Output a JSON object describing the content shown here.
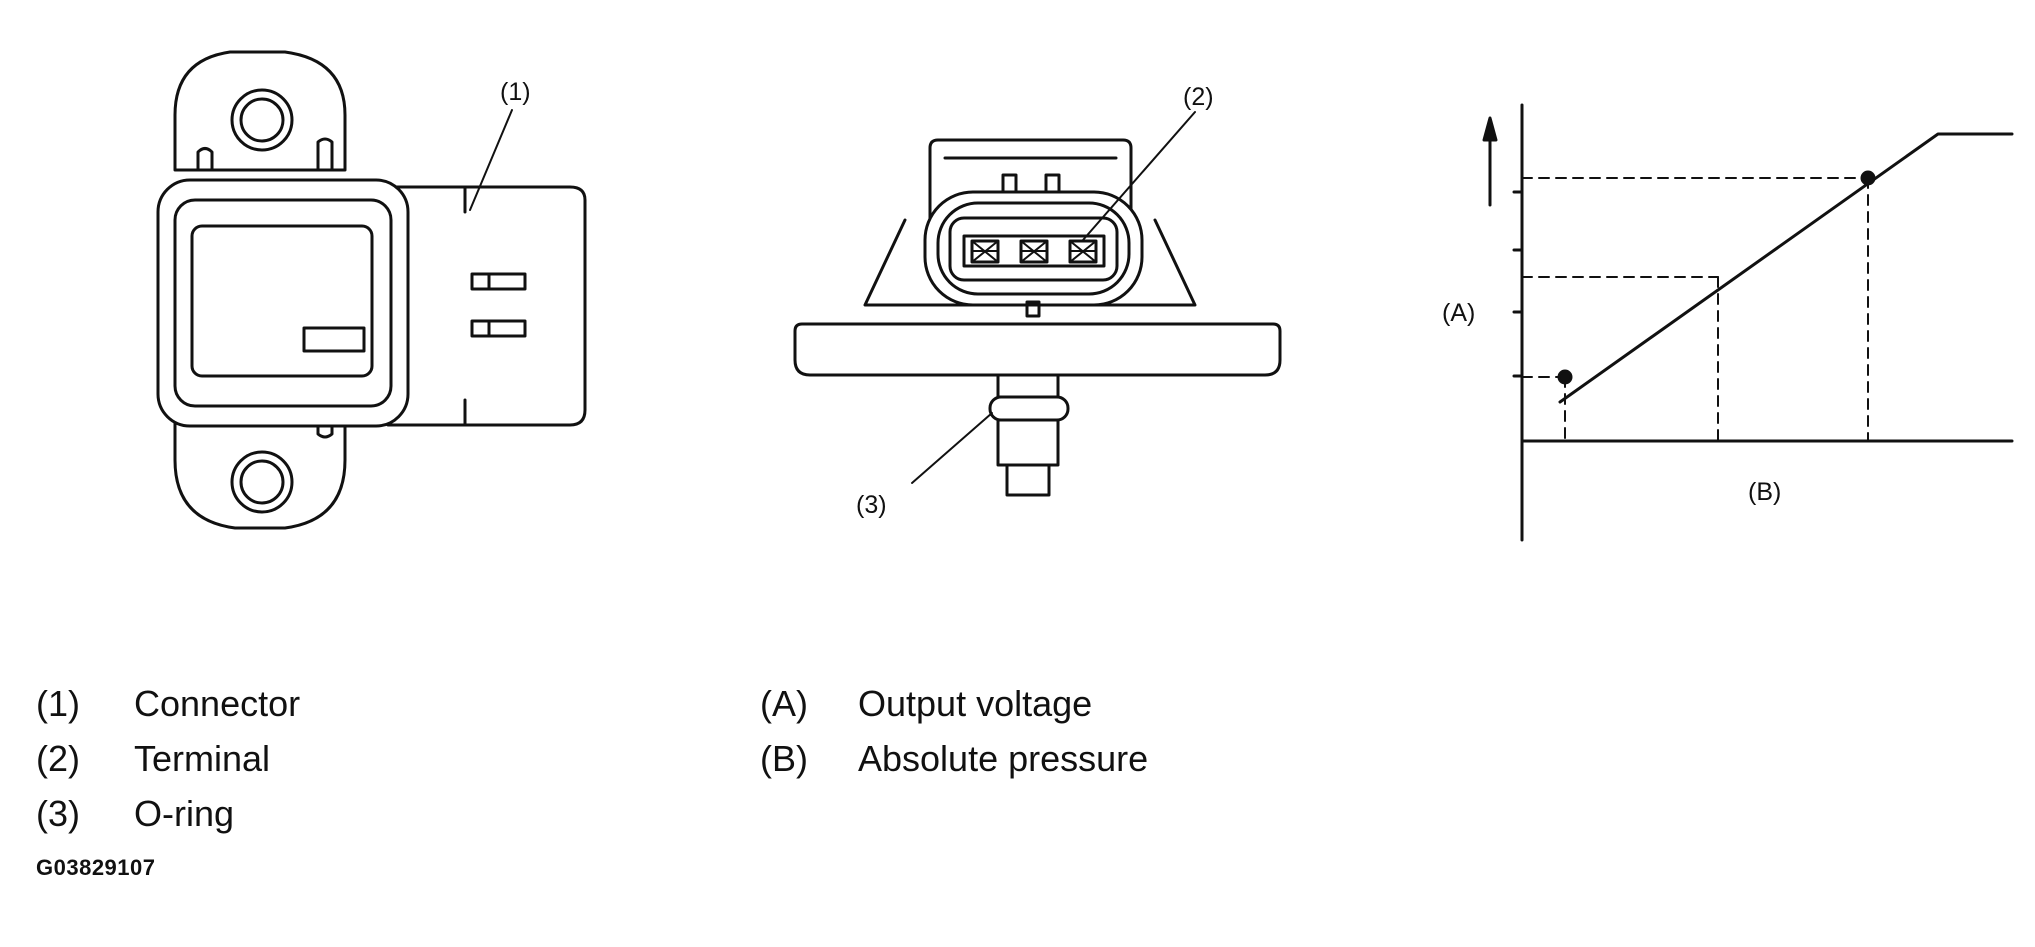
{
  "callouts": {
    "connector": "(1)",
    "terminal": "(2)",
    "oring": "(3)"
  },
  "graph": {
    "y_label": "(A)",
    "x_label": "(B)"
  },
  "legend_left": [
    {
      "num": "(1)",
      "text": "Connector"
    },
    {
      "num": "(2)",
      "text": "Terminal"
    },
    {
      "num": "(3)",
      "text": "O-ring"
    }
  ],
  "legend_right": [
    {
      "num": "(A)",
      "text": "Output voltage"
    },
    {
      "num": "(B)",
      "text": "Absolute pressure"
    }
  ],
  "figure_id": "G03829107"
}
